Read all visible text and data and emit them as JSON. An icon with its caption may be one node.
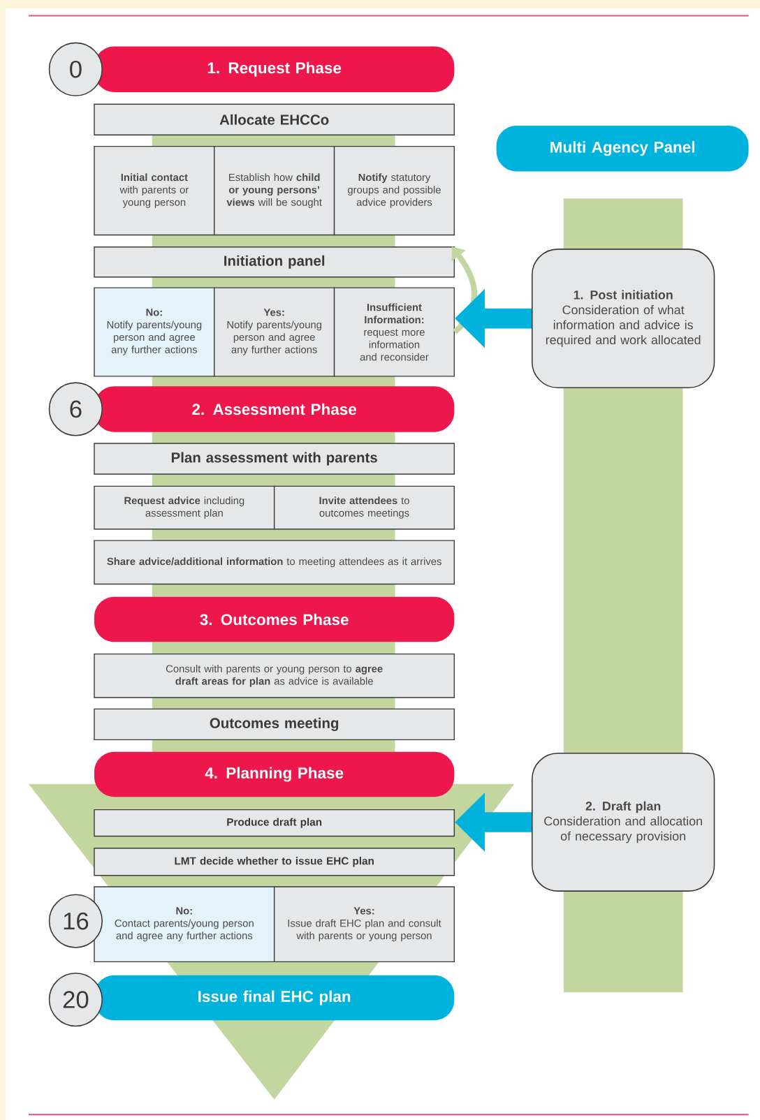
{
  "diagram": {
    "nodes": [
      {
        "text": [
          "0"
        ]
      },
      {
        "text": [
          "1. Request Phase"
        ]
      },
      {
        "text": [
          "Allocate EHCCo"
        ]
      },
      {
        "text": [
          "**Initial contact** with parents or young person"
        ]
      },
      {
        "text": [
          "Establish how **child or young persons’ views** will be sought"
        ]
      },
      {
        "text": [
          "**Notify** statutory groups and possible advice providers"
        ]
      },
      {
        "text": [
          "Initiation panel"
        ]
      },
      {
        "text": [
          "No:",
          "Notify parents/young person and agree any further actions"
        ]
      },
      {
        "text": [
          "Yes:",
          "Notify parents/young person and agree any further actions"
        ]
      },
      {
        "text": [
          "Insufficient Information:",
          "request more information and reconsider"
        ]
      },
      {
        "text": [
          "6"
        ]
      },
      {
        "text": [
          "2. Assessment Phase"
        ]
      },
      {
        "text": [
          "Plan assessment with parents"
        ]
      },
      {
        "text": [
          "**Request advice** including assessment plan"
        ]
      },
      {
        "text": [
          "**Invite attendees** to outcomes meetings"
        ]
      },
      {
        "text": [
          "**Share advice/additional information** to meeting attendees as it arrives"
        ]
      },
      {
        "text": [
          "3. Outcomes Phase"
        ]
      },
      {
        "text": [
          "Consult with parents or young person to **agree draft areas for plan** as advice is available"
        ]
      },
      {
        "text": [
          "Outcomes meeting"
        ]
      },
      {
        "text": [
          "4. Planning Phase"
        ]
      },
      {
        "text": [
          "Produce draft plan"
        ]
      },
      {
        "text": [
          "LMT decide whether to issue EHC plan"
        ]
      },
      {
        "text": [
          "16"
        ]
      },
      {
        "text": [
          "No:",
          "Contact parents/young person and agree any further actions"
        ]
      },
      {
        "text": [
          "Yes:",
          "Issue draft EHC plan and consult with parents or young person"
        ]
      },
      {
        "text": [
          "20"
        ]
      },
      {
        "text": [
          "Issue final EHC plan"
        ]
      },
      {
        "text": [
          "Multi Agency Panel"
        ]
      },
      {
        "text": [
          "1. Post initiation",
          "Consideration of what information and advice is required and work allocated"
        ]
      },
      {
        "text": [
          "2. Draft plan",
          "Consideration and allocation of necessary provision"
        ]
      }
    ],
    "edges": [
      {
        "from": 9,
        "to": 6,
        "arrow": "to",
        "color": "#c3d6a0"
      },
      {
        "from": 28,
        "to": 9,
        "arrow": "to"
      },
      {
        "from": 29,
        "to": 20,
        "arrow": "to"
      }
    ]
  }
}
